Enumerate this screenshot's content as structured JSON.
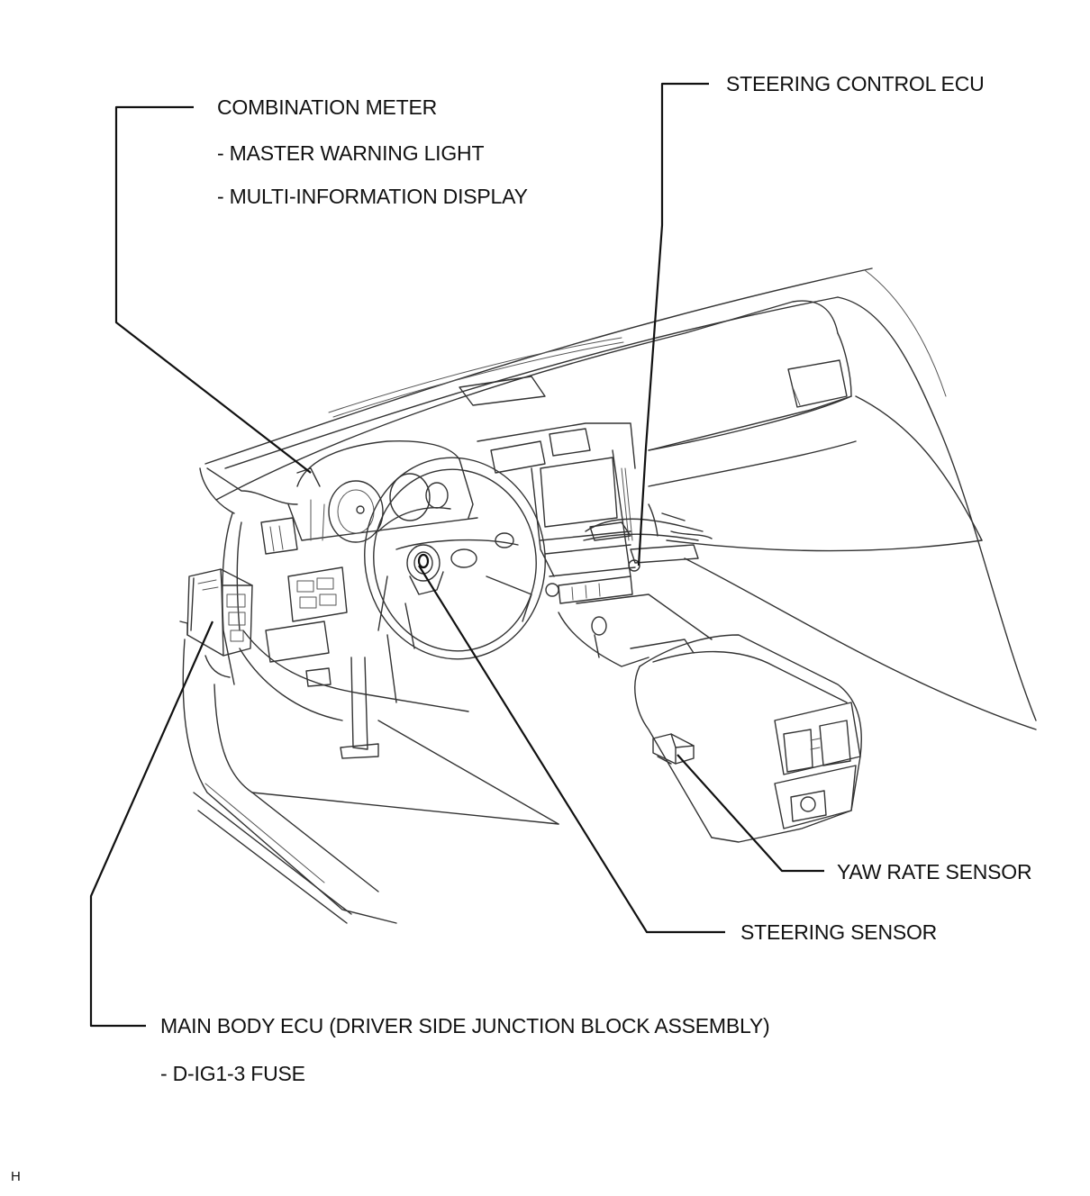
{
  "labels": {
    "steering_control_ecu": "STEERING CONTROL ECU",
    "combination_meter": "COMBINATION METER",
    "master_warning_light": "- MASTER WARNING LIGHT",
    "multi_information_display": "- MULTI-INFORMATION DISPLAY",
    "yaw_rate_sensor": "YAW RATE SENSOR",
    "steering_sensor": "STEERING SENSOR",
    "main_body_ecu": "MAIN BODY ECU (DRIVER SIDE JUNCTION BLOCK ASSEMBLY)",
    "d_ig1_3_fuse": "- D-IG1-3 FUSE",
    "corner_code": "H"
  }
}
